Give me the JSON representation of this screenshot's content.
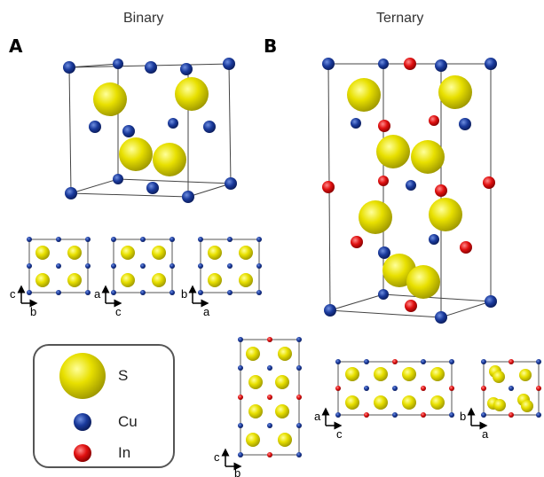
{
  "titles": {
    "binary": "Binary",
    "ternary": "Ternary"
  },
  "panels": {
    "a": "A",
    "b": "B"
  },
  "axes": {
    "binary_views": [
      {
        "vertical": "c",
        "horizontal": "b"
      },
      {
        "vertical": "a",
        "horizontal": "c"
      },
      {
        "vertical": "b",
        "horizontal": "a"
      }
    ],
    "ternary_views": [
      {
        "vertical": "c",
        "horizontal": "b"
      },
      {
        "vertical": "a",
        "horizontal": "c"
      },
      {
        "vertical": "b",
        "horizontal": "a"
      }
    ]
  },
  "legend": {
    "items": [
      {
        "label": "S",
        "color": "#e8e000"
      },
      {
        "label": "Cu",
        "color": "#1a3a9c"
      },
      {
        "label": "In",
        "color": "#e01010"
      }
    ]
  },
  "colors": {
    "sulfur": "#e8e000",
    "copper": "#1a3a9c",
    "indium": "#e01010"
  }
}
